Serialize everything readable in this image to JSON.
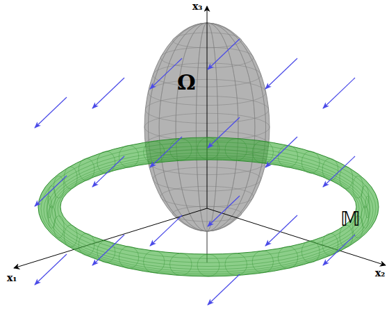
{
  "diagram": {
    "labels": [
      "x₃",
      "x₁",
      "x₂",
      "Ω",
      "𝕄"
    ]
  }
}
